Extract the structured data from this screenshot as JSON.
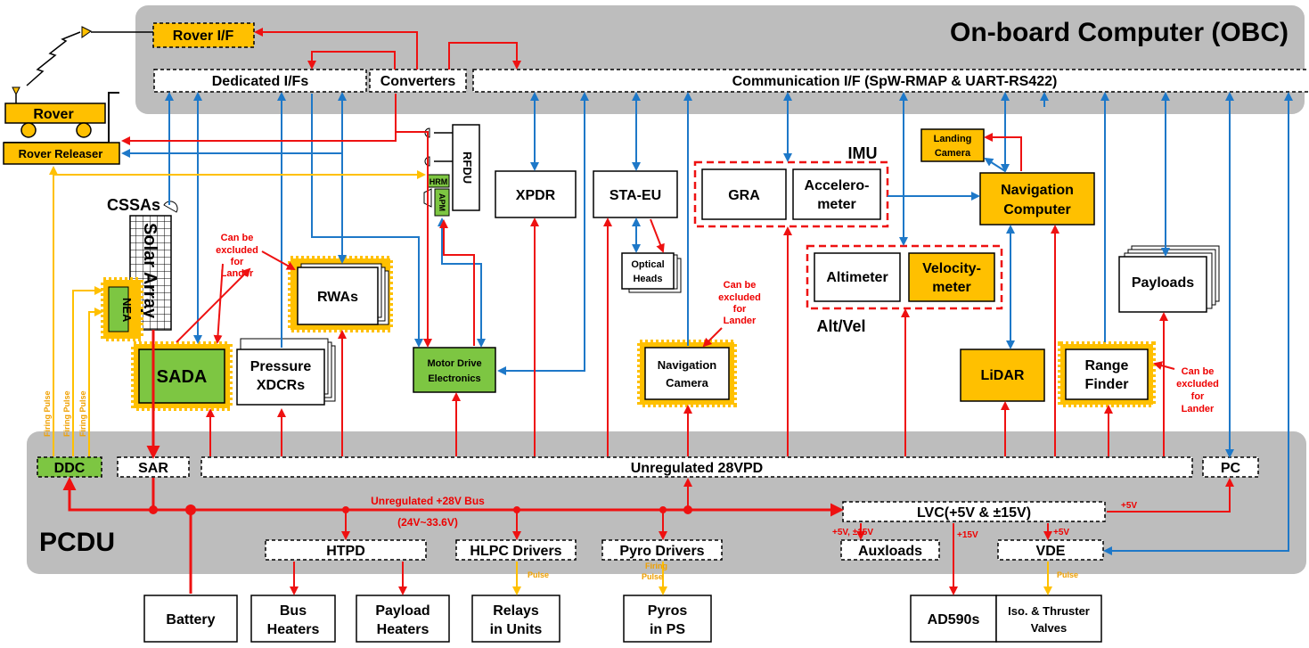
{
  "obc_title": "On-board Computer (OBC)",
  "pcdu_title": "PCDU",
  "obc": {
    "rover_if": "Rover I/F",
    "dedicated_ifs": "Dedicated I/Fs",
    "converters": "Converters",
    "comm_if": "Communication I/F (SpW-RMAP & UART-RS422)"
  },
  "rover": {
    "label": "Rover",
    "releaser": "Rover Releaser"
  },
  "cssas": "CSSAs",
  "solar_array": "Solar Array",
  "nea": "NEA",
  "sada": "SADA",
  "pressure_xdcrs": [
    "Pressure",
    "XDCRs"
  ],
  "rwas": "RWAs",
  "rfdu": "RFDU",
  "hrm": "HRM",
  "apm": "APM",
  "motor_drive": [
    "Motor Drive",
    "Electronics"
  ],
  "xpdr": "XPDR",
  "sta_eu": "STA-EU",
  "optical_heads": [
    "Optical",
    "Heads"
  ],
  "imu": {
    "label": "IMU",
    "gra": "GRA",
    "accel": [
      "Accelero-",
      "meter"
    ]
  },
  "landing_camera": [
    "Landing",
    "Camera"
  ],
  "nav_computer": [
    "Navigation",
    "Computer"
  ],
  "altvel": {
    "label": "Alt/Vel",
    "altimeter": "Altimeter",
    "velocity": [
      "Velocity-",
      "meter"
    ]
  },
  "payloads": "Payloads",
  "nav_camera": [
    "Navigation",
    "Camera"
  ],
  "lidar": "LiDAR",
  "range_finder": [
    "Range",
    "Finder"
  ],
  "notes": {
    "excluded": [
      "Can be",
      "excluded",
      "for",
      "Lander"
    ]
  },
  "firing_pulse": "Firing Pulse",
  "pcdu": {
    "ddc": "DDC",
    "sar": "SAR",
    "unreg_pd": "Unregulated 28VPD",
    "pc": "PC",
    "bus_label": "Unregulated +28V Bus",
    "bus_range": "(24V~33.6V)",
    "lvc": "LVC(+5V & ±15V)",
    "htpd": "HTPD",
    "hlpc": "HLPC Drivers",
    "pyro_drivers": "Pyro Drivers",
    "auxloads": "Auxloads",
    "vde": "VDE",
    "v5_pc": "+5V",
    "v5_15_aux": "+5V, ±15V",
    "v15": "+15V",
    "v5_vde": "+5V",
    "pulse": "Pulse",
    "firing": "Firing",
    "pulse2": "Pulse"
  },
  "loads": {
    "battery": "Battery",
    "bus_heaters": [
      "Bus",
      "Heaters"
    ],
    "payload_heaters": [
      "Payload",
      "Heaters"
    ],
    "relays": [
      "Relays",
      "in Units"
    ],
    "pyros": [
      "Pyros",
      "in PS"
    ],
    "ad590s": "AD590s",
    "iso_valves": [
      "Iso. & Thruster",
      "Valves"
    ]
  },
  "colors": {
    "panel": "#bdbdbd",
    "red": "#ee1111",
    "blue": "#1e78c8",
    "yellow": "#ffc000",
    "green": "#7dc642",
    "orange_fill": "#ffc000"
  }
}
